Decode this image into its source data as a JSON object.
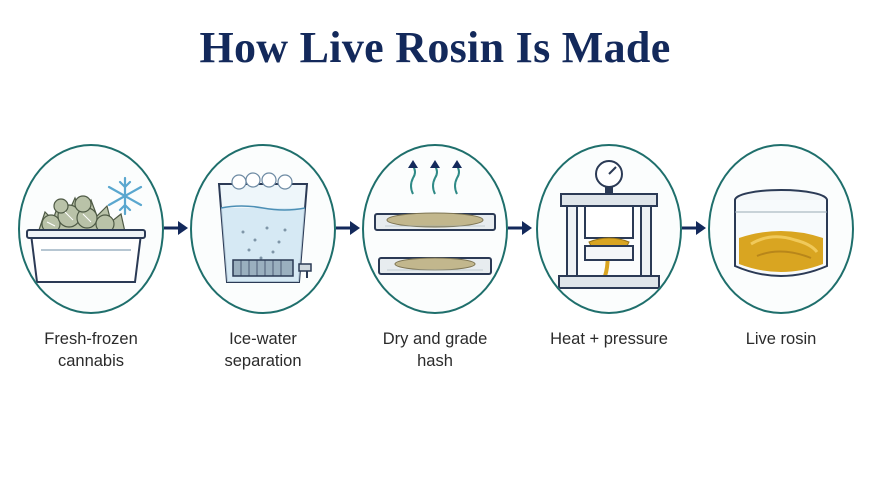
{
  "title": "How Live Rosin Is Made",
  "steps": [
    {
      "label_line1": "Fresh-frozen",
      "label_line2": "cannabis",
      "icon": "frozen-buds-icon"
    },
    {
      "label_line1": "Ice-water",
      "label_line2": "separation",
      "icon": "ice-bucket-icon"
    },
    {
      "label_line1": "Dry and grade",
      "label_line2": "hash",
      "icon": "drying-trays-icon"
    },
    {
      "label_line1": "Heat + pressure",
      "label_line2": "",
      "icon": "rosin-press-icon"
    },
    {
      "label_line1": "Live rosin",
      "label_line2": "",
      "icon": "rosin-jar-icon"
    }
  ],
  "colors": {
    "title": "#13295b",
    "circle_border": "#1f6f6c",
    "arrow": "#13295b",
    "rosin": "#d9a521"
  }
}
